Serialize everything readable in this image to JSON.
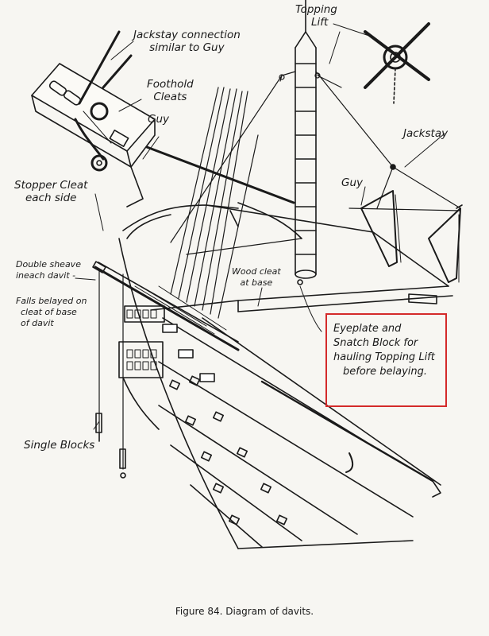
{
  "labels": {
    "topping_lift": [
      "Topping",
      "Lift"
    ],
    "jackstay_connection": [
      "Jackstay connection",
      "similar to Guy"
    ],
    "foothold_cleats": [
      "Foothold",
      "Cleats"
    ],
    "guy_left": "Guy",
    "guy_right": "Guy",
    "jackstay": "Jackstay",
    "stopper_cleat": [
      "Stopper Cleat",
      "each side"
    ],
    "double_sheave": [
      "Double sheave",
      "ineach davit -"
    ],
    "falls_belayed": [
      "Falls belayed on",
      "cleat of base",
      "of davit"
    ],
    "wood_cleat": [
      "Wood cleat",
      "at base"
    ],
    "single_blocks": "Single Blocks",
    "eyeplate": [
      "Eyeplate and",
      "Snatch Block for",
      "hauling Topping Lift",
      "before belaying."
    ]
  },
  "caption": "Figure 84.   Diagram of davits.",
  "colors": {
    "ink": "#1a1a1a",
    "paper": "#f7f6f2",
    "highlight": "#d42a2a"
  }
}
